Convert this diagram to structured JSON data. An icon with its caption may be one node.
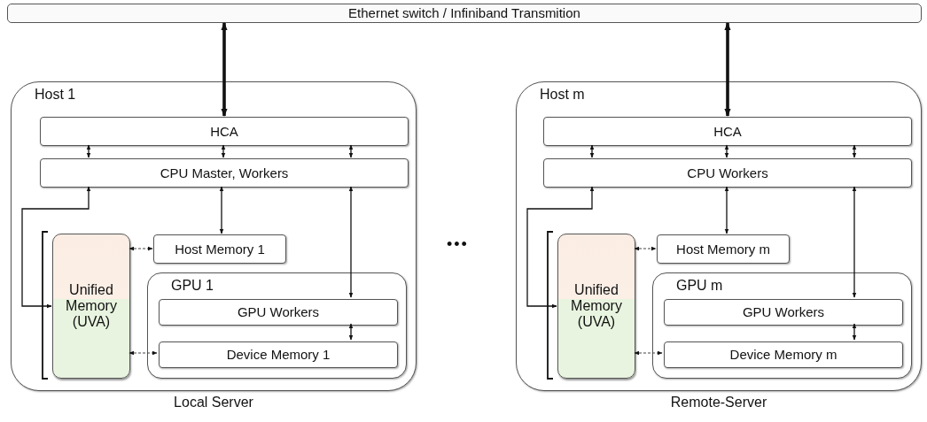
{
  "diagram": {
    "nodes": [
      {
        "text": [
          "Ethernet switch / Infiniband Transmition"
        ]
      },
      {
        "text": [
          "Host 1"
        ],
        "beside": [
          "Local Server"
        ]
      },
      {
        "text": [
          "HCA"
        ],
        "in": 1
      },
      {
        "text": [
          "CPU Master, Workers"
        ],
        "in": 1
      },
      {
        "text": [
          "Unified Memory (UVA)"
        ],
        "in": 1
      },
      {
        "text": [
          "Host Memory 1"
        ],
        "in": 1
      },
      {
        "text": [
          "GPU 1"
        ],
        "in": 1
      },
      {
        "text": [
          "GPU Workers"
        ],
        "in": 6
      },
      {
        "text": [
          "Device Memory 1"
        ],
        "in": 6
      },
      {
        "text": [
          "Host m"
        ],
        "beside": [
          "Remote-Server"
        ]
      },
      {
        "text": [
          "HCA"
        ],
        "in": 9
      },
      {
        "text": [
          "CPU Workers"
        ],
        "in": 9
      },
      {
        "text": [
          "Unified Memory (UVA)"
        ],
        "in": 9
      },
      {
        "text": [
          "Host Memory m"
        ],
        "in": 9
      },
      {
        "text": [
          "GPU m"
        ],
        "in": 9
      },
      {
        "text": [
          "GPU Workers"
        ],
        "in": 14
      },
      {
        "text": [
          "Device Memory m"
        ],
        "in": 14
      }
    ],
    "edges": [
      {
        "from": 0,
        "to": 2,
        "arrow": "both",
        "style": "thick"
      },
      {
        "from": 2,
        "to": 3,
        "arrow": "both"
      },
      {
        "from": 2,
        "to": 3,
        "arrow": "both"
      },
      {
        "from": 2,
        "to": 3,
        "arrow": "both"
      },
      {
        "from": 3,
        "to": 4,
        "arrow": "both"
      },
      {
        "from": 3,
        "to": 5,
        "arrow": "both"
      },
      {
        "from": 3,
        "to": 7,
        "arrow": "both"
      },
      {
        "from": 7,
        "to": 8,
        "arrow": "both"
      },
      {
        "from": 4,
        "to": 5,
        "arrow": "both",
        "style": "dashed"
      },
      {
        "from": 4,
        "to": 8,
        "arrow": "both",
        "style": "dashed"
      },
      {
        "from": 0,
        "to": 10,
        "arrow": "both",
        "style": "thick"
      },
      {
        "from": 10,
        "to": 11,
        "arrow": "both"
      },
      {
        "from": 10,
        "to": 11,
        "arrow": "both"
      },
      {
        "from": 10,
        "to": 11,
        "arrow": "both"
      },
      {
        "from": 11,
        "to": 12,
        "arrow": "both"
      },
      {
        "from": 11,
        "to": 13,
        "arrow": "both"
      },
      {
        "from": 11,
        "to": 15,
        "arrow": "both"
      },
      {
        "from": 15,
        "to": 16,
        "arrow": "both"
      },
      {
        "from": 12,
        "to": 13,
        "arrow": "both",
        "style": "dashed"
      },
      {
        "from": 12,
        "to": 16,
        "arrow": "both",
        "style": "dashed"
      }
    ],
    "labels": [
      "•••"
    ]
  }
}
